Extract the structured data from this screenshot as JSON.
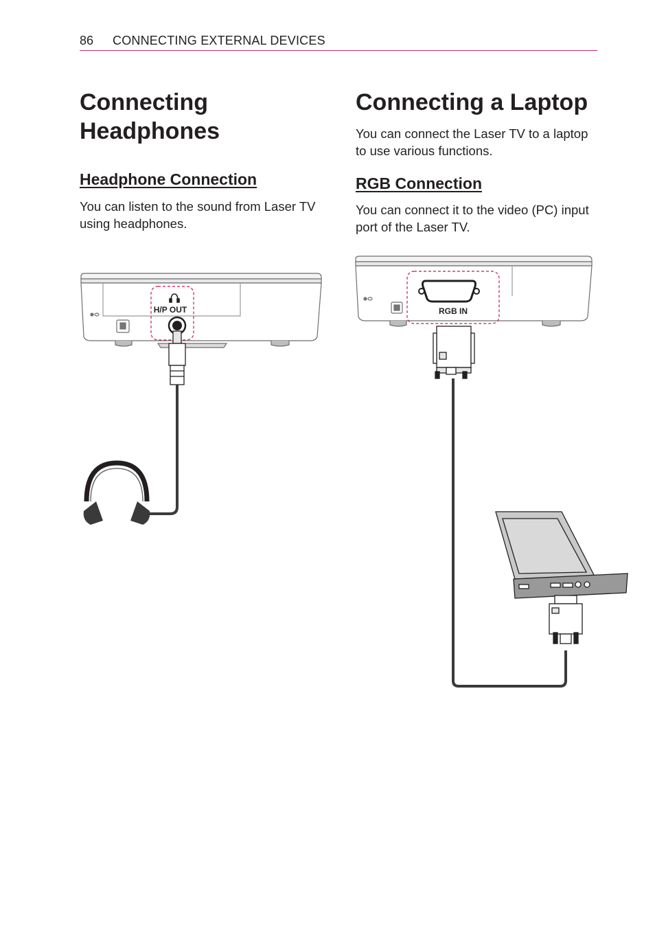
{
  "header": {
    "page_number": "86",
    "section_title": "CONNECTING EXTERNAL DEVICES"
  },
  "left": {
    "title": "Connecting Headphones",
    "subtitle": "Headphone Connection",
    "body": "You can listen to the sound from Laser TV using headphones.",
    "port_label": "H/P OUT"
  },
  "right": {
    "title": "Connecting a Laptop",
    "intro": "You can connect the Laser TV to a laptop to use various functions.",
    "subtitle": "RGB Connection",
    "body": "You can connect it to the video (PC) input port of the Laser TV.",
    "port_label": "RGB IN"
  },
  "colors": {
    "accent_rule": "#b0307a",
    "highlight_dash": "#c2185b",
    "text": "#231f20"
  },
  "icons": [
    "headphone-icon",
    "projector-illustration",
    "laptop-illustration",
    "vga-connector-icon",
    "audio-plug-icon"
  ]
}
